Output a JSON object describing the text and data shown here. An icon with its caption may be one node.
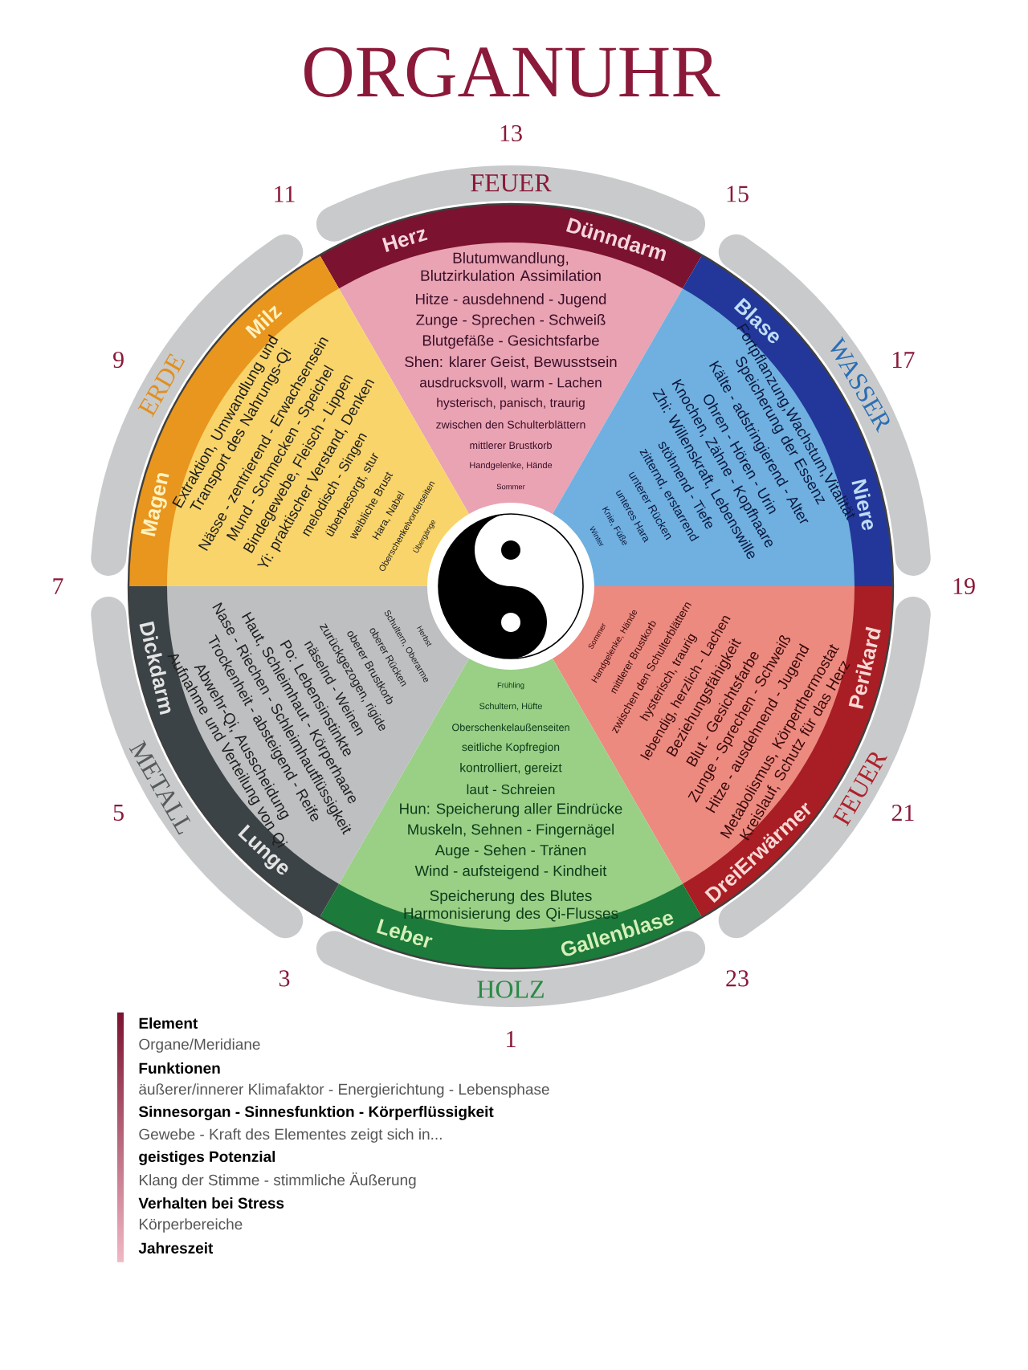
{
  "diagram": {
    "title": "ORGANUHR",
    "nodes": [
      {
        "text": [
          "FEUER",
          "Herz",
          "Dünndarm",
          "Blutumwandlung, Blutzirkulation Assimilation",
          "Hitze - ausdehnend - Jugend",
          "Zunge - Sprechen - Schweiß",
          "Blutgefäße - Gesichtsfarbe",
          "Shen: klarer Geist, Bewusstsein",
          "ausdrucksvoll, warm - Lachen",
          "hysterisch, panisch, traurig",
          "zwischen den Schulterblättern",
          "mittlerer Brustkorb",
          "Handgelenke, Hände",
          "Sommer"
        ]
      },
      {
        "text": [
          "WASSER",
          "Blase",
          "Niere",
          "Fortpflanzung,Wachstum,Vitalität Speicherung der Essenz",
          "Kälte - adstringierend - Alter",
          "Ohren - Hören - Urin",
          "Knochen, Zähne - Kopfhaare",
          "Zhi: Willenskraft, Lebenswille",
          "stöhnend - Tiefe",
          "zitternd, erstarrend",
          "unterer Rücken",
          "unteres Hara",
          "Knie, Füße",
          "Winter"
        ]
      },
      {
        "text": [
          "FEUER",
          "Perikard",
          "DreiErwärmer",
          "Metabolismus, Körperthermostat Kreislauf, Schutz für das Herz",
          "Hitze - ausdehnend - Jugend",
          "Zunge - Sprechen - Schweiß",
          "Blut - Gesichtsfarbe",
          "Beziehungsfähigkeit",
          "lebendig, herzlich - Lachen",
          "hysterisch, traurig",
          "zwischen den Schulterblättern",
          "mittlerer Brustkorb",
          "Handgelenke, Hände",
          "Sommer"
        ]
      },
      {
        "text": [
          "HOLZ",
          "Leber",
          "Gallenblase",
          "Speicherung des Blutes Harmonisierung des Qi-Flusses",
          "Wind - aufsteigend - Kindheit",
          "Auge - Sehen - Tränen",
          "Muskeln, Sehnen - Fingernägel",
          "Hun: Speicherung aller Eindrücke",
          "laut - Schreien",
          "kontrolliert, gereizt",
          "seitliche Kopfregion",
          "Oberschenkelaußenseiten",
          "Schultern, Hüfte",
          "Frühling"
        ]
      },
      {
        "text": [
          "METALL",
          "Dickdarm",
          "Lunge",
          "Abwehr-Qi, Ausscheidung Aufnahme und Verteilung von Qi",
          "Trockenheit - absteigend - Reife",
          "Nase - Riechen - Schleimhautflüssigkeit",
          "Haut, Schleimhaut - Körperhaare",
          "Po: Lebensinstinkte",
          "näselnd - Weinen",
          "zurückgezogen, rigide",
          "oberer Brustkorb",
          "oberer Rücken",
          "Schultern, Oberarme",
          "Herbst"
        ]
      },
      {
        "text": [
          "ERDE",
          "Milz",
          "Magen",
          "Extraktion, Umwandlung und Transport des Nahrungs-Qi",
          "Nässe - zentrierend - Erwachsensein",
          "Mund - Schmecken - Speichel",
          "Bindegewebe, Fleisch - Lippen",
          "Yi: praktischer Verstand, Denken",
          "melodisch - Singen",
          "überbesorgt, stur",
          "weibliche Brust",
          "Hara, Nabel",
          "Oberschenkelvorderseiten",
          "Übergänge"
        ]
      }
    ],
    "labels": [
      "13",
      "11",
      "15",
      "9",
      "17",
      "7",
      "19",
      "5",
      "21",
      "3",
      "23",
      "1",
      "Element",
      "Organe/Meridiane",
      "Funktionen",
      "äußerer/innerer Klimafaktor - Energierichtung - Lebensphase",
      "Sinnesorgan - Sinnesfunktion - Körperflüssigkeit",
      "Gewebe - Kraft des Elementes zeigt sich in...",
      "geistiges Potenzial",
      "Klang der Stimme - stimmliche Äußerung",
      "Verhalten bei Stress",
      "Körperbereiche",
      "Jahreszeit"
    ]
  }
}
